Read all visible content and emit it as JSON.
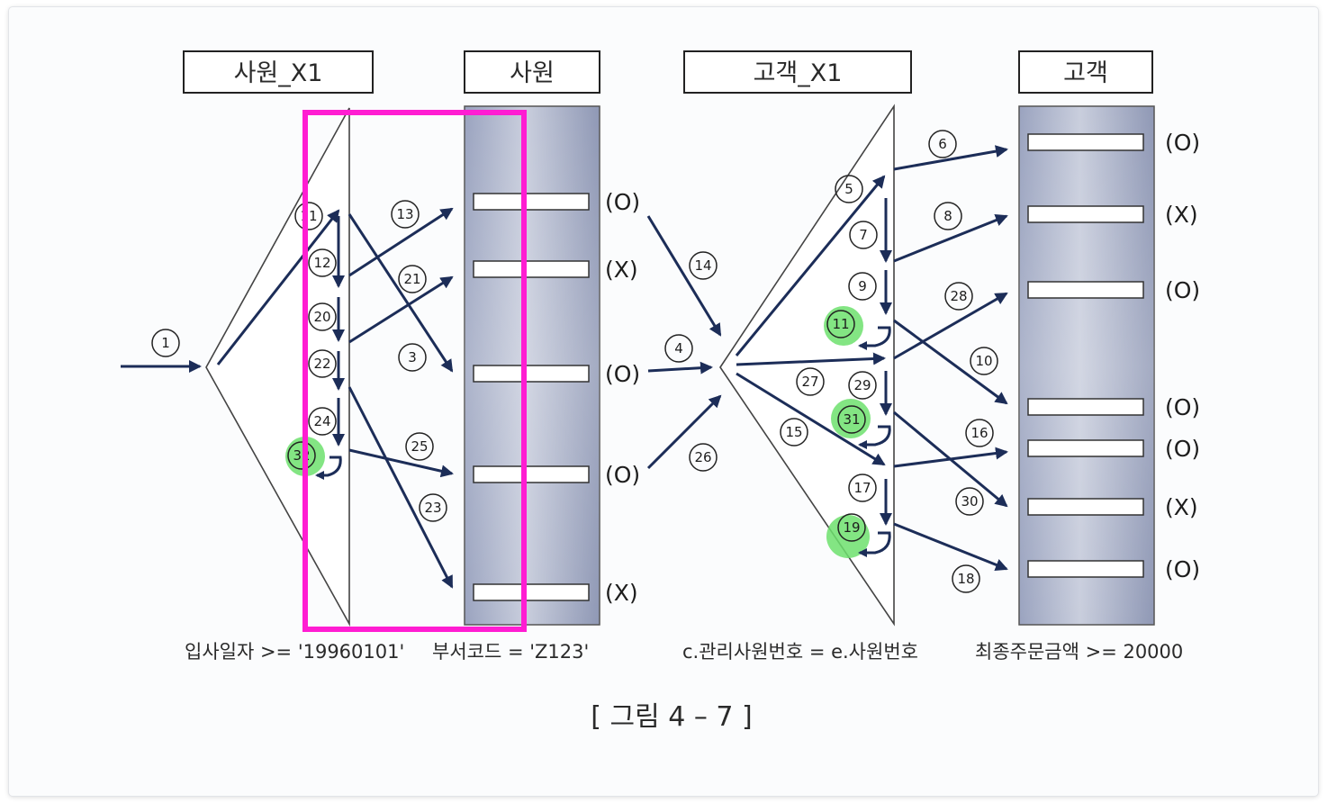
{
  "headers": {
    "idx_emp": "사원_X1",
    "tbl_emp": "사원",
    "idx_cust": "고객_X1",
    "tbl_cust": "고객"
  },
  "conditions": {
    "emp_idx": "입사일자 >= '19960101'",
    "emp_tbl": "부서코드 = 'Z123'",
    "cust_idx": "c.관리사원번호 = e.사원번호",
    "cust_tbl": "최종주문금액 >= 20000"
  },
  "caption": "[ 그림 4 – 7 ]",
  "emp_rows": [
    {
      "mark": "(O)"
    },
    {
      "mark": "(X)"
    },
    {
      "mark": "(O)"
    },
    {
      "mark": "(O)"
    },
    {
      "mark": "(X)"
    }
  ],
  "cust_rows": [
    {
      "mark": "(O)"
    },
    {
      "mark": "(X)"
    },
    {
      "mark": "(O)"
    },
    {
      "mark": "(O)"
    },
    {
      "mark": "(O)"
    },
    {
      "mark": "(X)"
    },
    {
      "mark": "(O)"
    }
  ],
  "step_labels": [
    {
      "text": "1"
    },
    {
      "text": "12"
    },
    {
      "text": "20"
    },
    {
      "text": "22"
    },
    {
      "text": "24"
    },
    {
      "text": "32"
    },
    {
      "text": "13"
    },
    {
      "text": "21"
    },
    {
      "text": "3"
    },
    {
      "text": "25"
    },
    {
      "text": "23"
    },
    {
      "text": "14"
    },
    {
      "text": "4"
    },
    {
      "text": "26"
    },
    {
      "text": "5"
    },
    {
      "text": "7"
    },
    {
      "text": "9"
    },
    {
      "text": "11"
    },
    {
      "text": "27"
    },
    {
      "text": "29"
    },
    {
      "text": "31"
    },
    {
      "text": "15"
    },
    {
      "text": "17"
    },
    {
      "text": "19"
    },
    {
      "text": "6"
    },
    {
      "text": "8"
    },
    {
      "text": "28"
    },
    {
      "text": "10"
    },
    {
      "text": "16"
    },
    {
      "text": "30"
    },
    {
      "text": "18"
    },
    {
      "text": "11"
    }
  ],
  "colors": {
    "arrow": "#1c2d58",
    "highlight": "#6de06d",
    "selection_box": "#ff1dd2"
  }
}
